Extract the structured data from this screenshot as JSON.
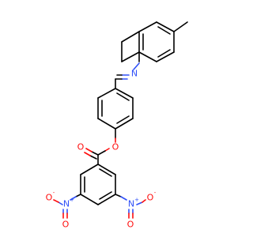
{
  "molecule": {
    "atoms": {
      "imine_n": {
        "label": "N",
        "color": "#3050f8"
      },
      "ester_o": {
        "label": "O",
        "color": "#ff0d0d"
      },
      "carbonyl_o": {
        "label": "O",
        "color": "#ff0d0d"
      },
      "nitro_left_n": {
        "label": "N",
        "charge": "+",
        "color": "#3050f8"
      },
      "nitro_left_o_single": {
        "label": "O",
        "charge": "-",
        "color": "#ff0d0d"
      },
      "nitro_left_o_double": {
        "label": "O",
        "color": "#ff0d0d"
      },
      "nitro_right_n": {
        "label": "N",
        "charge": "+",
        "color": "#3050f8"
      },
      "nitro_right_o_single": {
        "label": "O",
        "charge": "-",
        "color": "#ff0d0d"
      },
      "nitro_right_o_double": {
        "label": "O",
        "color": "#ff0d0d"
      }
    }
  }
}
